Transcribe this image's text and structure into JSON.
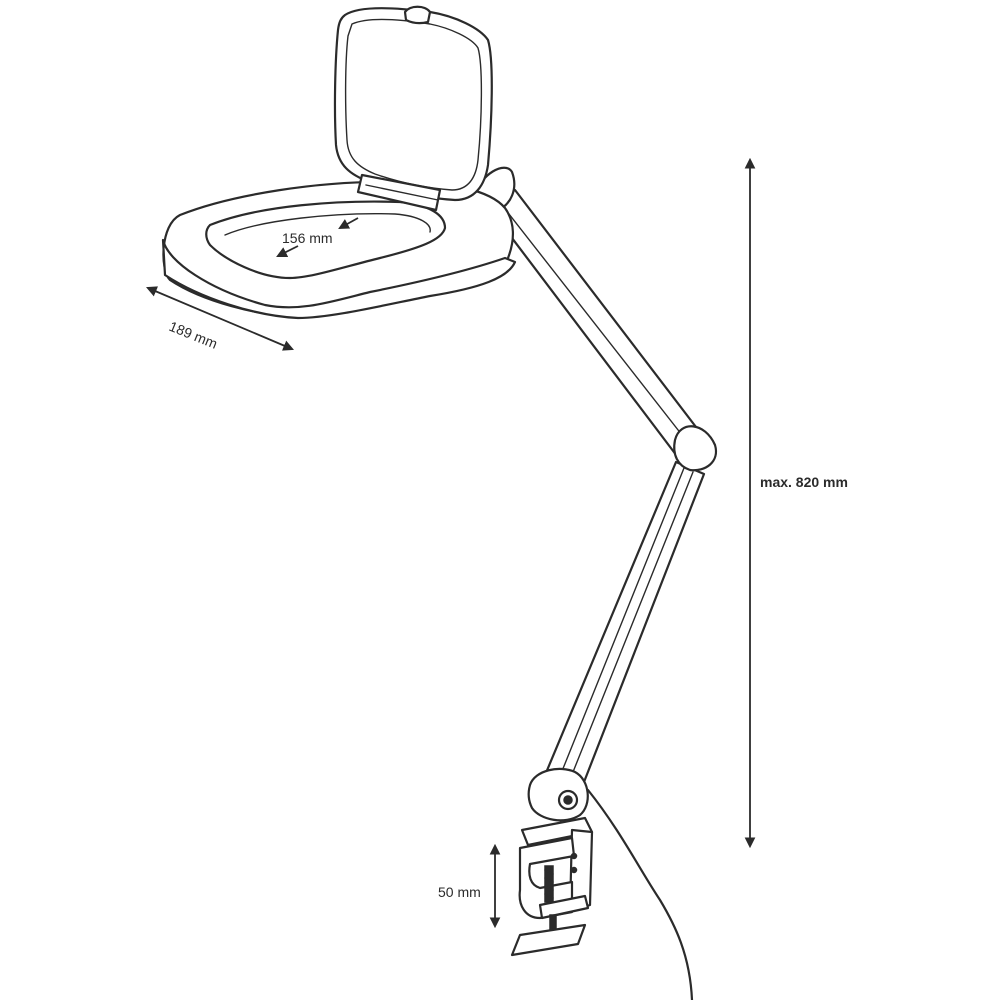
{
  "dimensions": {
    "lens_inner": "156 mm",
    "head_width": "189 mm",
    "max_height": "max. 820 mm",
    "clamp_opening": "50 mm"
  }
}
